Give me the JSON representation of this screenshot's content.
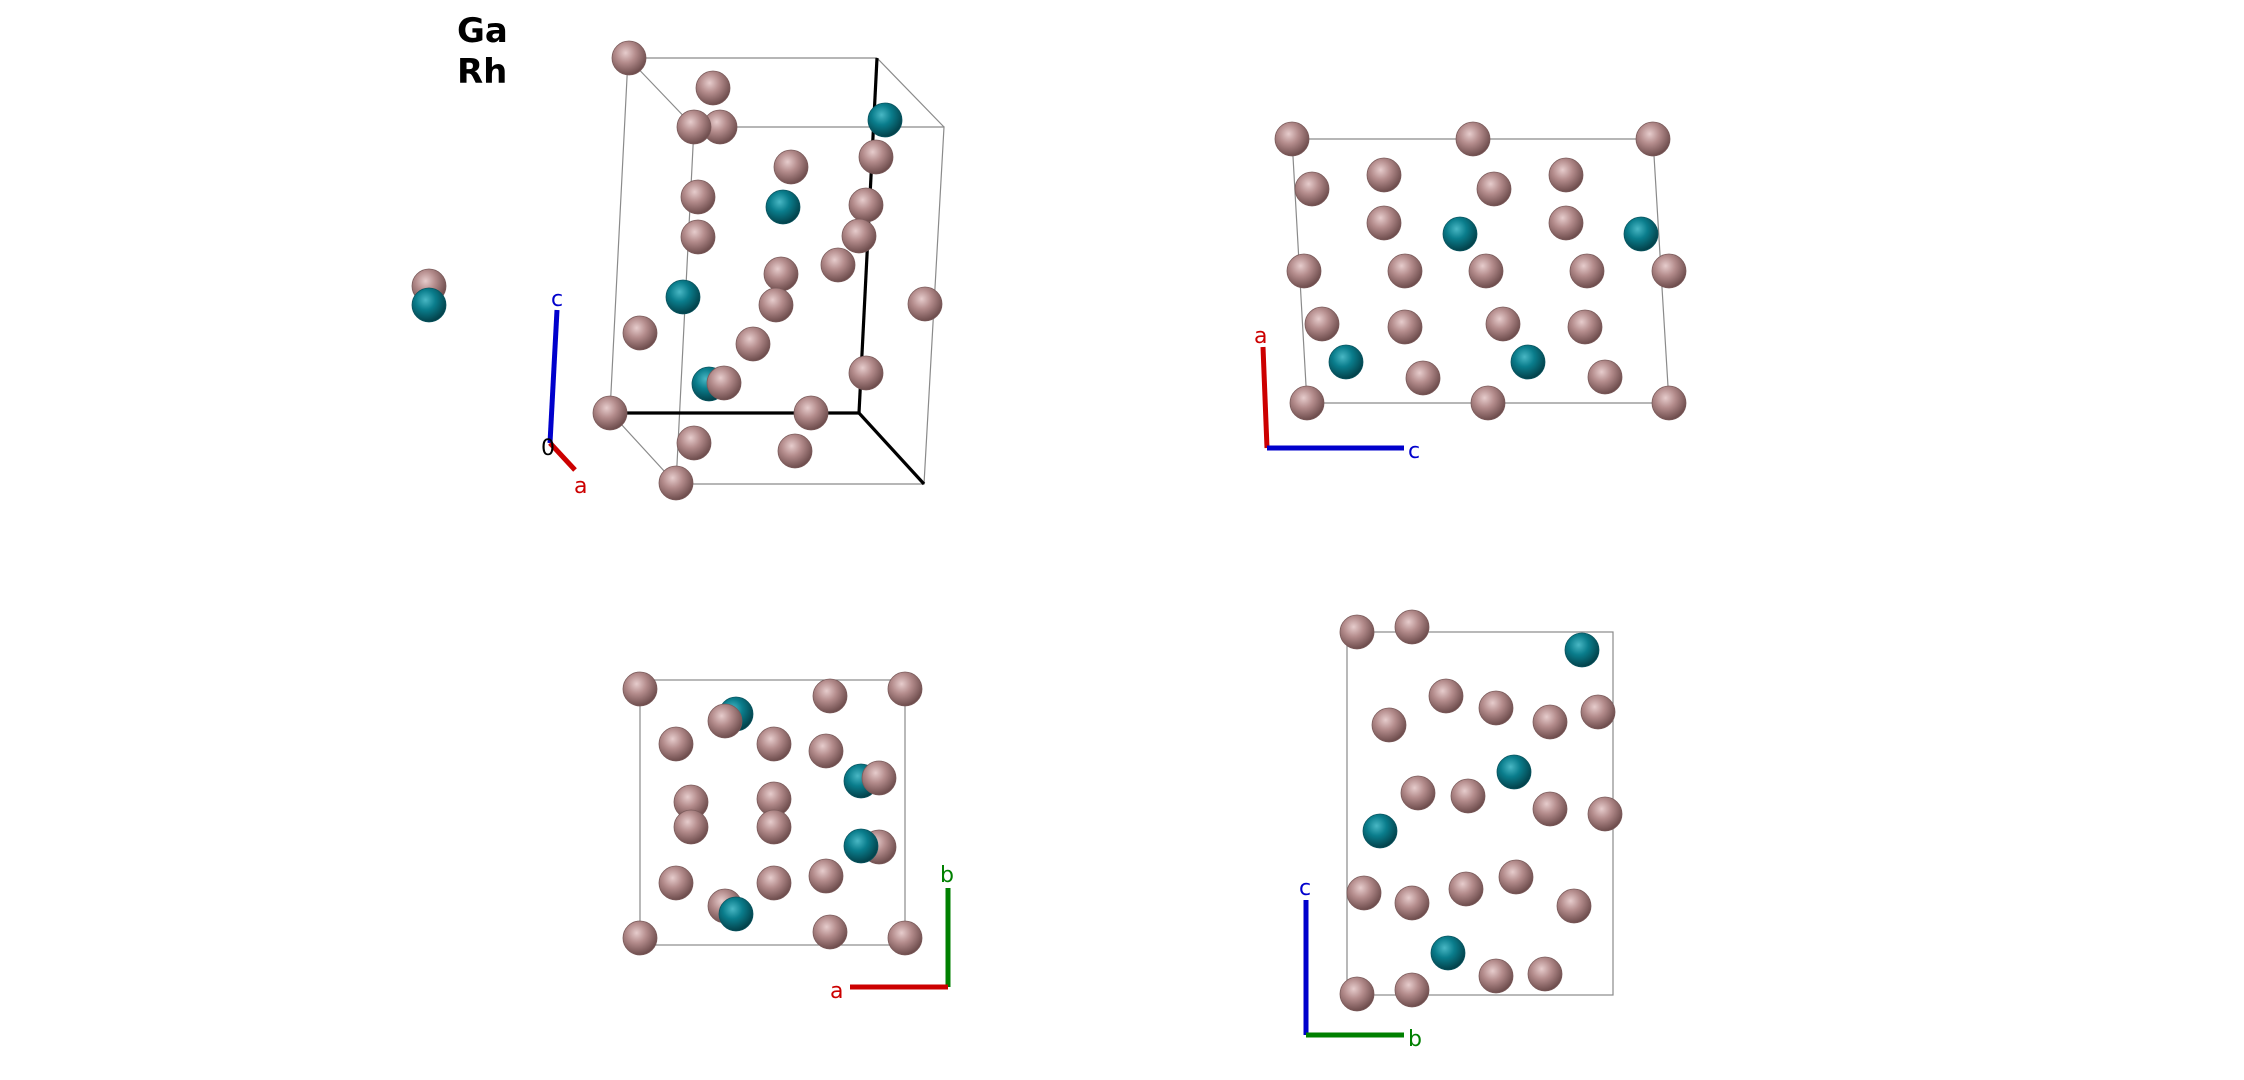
{
  "legend": {
    "elements": [
      {
        "symbol": "Ga",
        "color": "#b48c8c"
      },
      {
        "symbol": "Rh",
        "color": "#0a7d8c"
      }
    ]
  },
  "atom_colors": {
    "Ga": {
      "base": "#b48c8c",
      "light": "#e6cccc",
      "dark": "#6e4d4d"
    },
    "Rh": {
      "base": "#0a7d8c",
      "light": "#49b7c4",
      "dark": "#03414a"
    }
  },
  "axis_colors": {
    "a": "#cc0000",
    "b": "#008000",
    "c": "#0000cc",
    "origin": "#000000"
  },
  "axis_labels": {
    "perspective": {
      "a": "a",
      "c": "c",
      "origin": "0"
    },
    "top_right": {
      "a": "a",
      "c": "c"
    },
    "bottom_left": {
      "a": "a",
      "b": "b"
    },
    "bottom_right": {
      "c": "c",
      "b": "b"
    }
  }
}
